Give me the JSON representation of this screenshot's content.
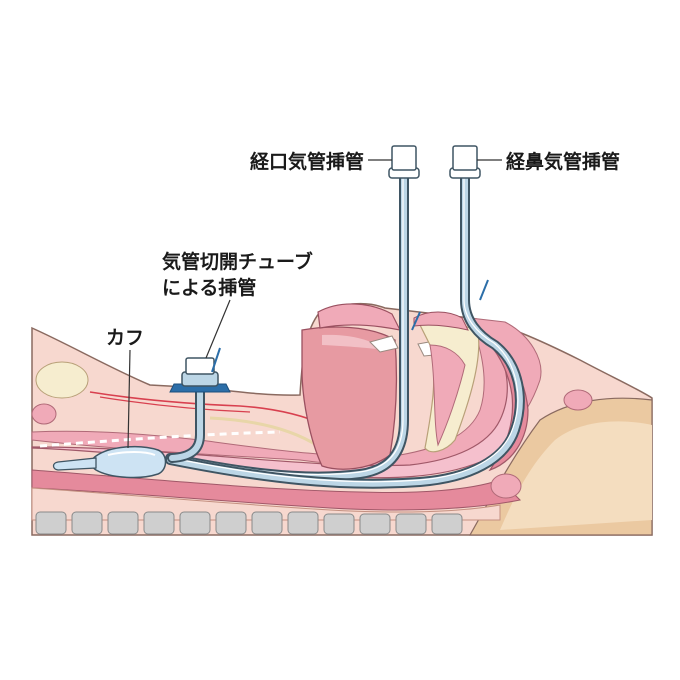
{
  "labels": {
    "oral_intubation": "経口気管挿管",
    "nasal_intubation": "経鼻気管挿管",
    "tracheostomy_line1": "気管切開チューブ",
    "tracheostomy_line2": "による挿管",
    "cuff": "カフ"
  },
  "colors": {
    "skin": "#f7d8cf",
    "skin_outline": "#8a6a60",
    "mucosa_pink": "#f0aab8",
    "deep_pink": "#e58a9c",
    "tongue": "#e79aa2",
    "bone_cream": "#f6edcf",
    "airway_pink": "#f5c0cd",
    "vertebra_gray": "#cfcfcf",
    "tan_tissue": "#ebc9a1",
    "red_line": "#d8404f",
    "tube_blue": "#bcd6e6",
    "tube_outline": "#3f5563",
    "connector_blue": "#2c6ea8",
    "cuff_fill": "#cde3f3"
  }
}
